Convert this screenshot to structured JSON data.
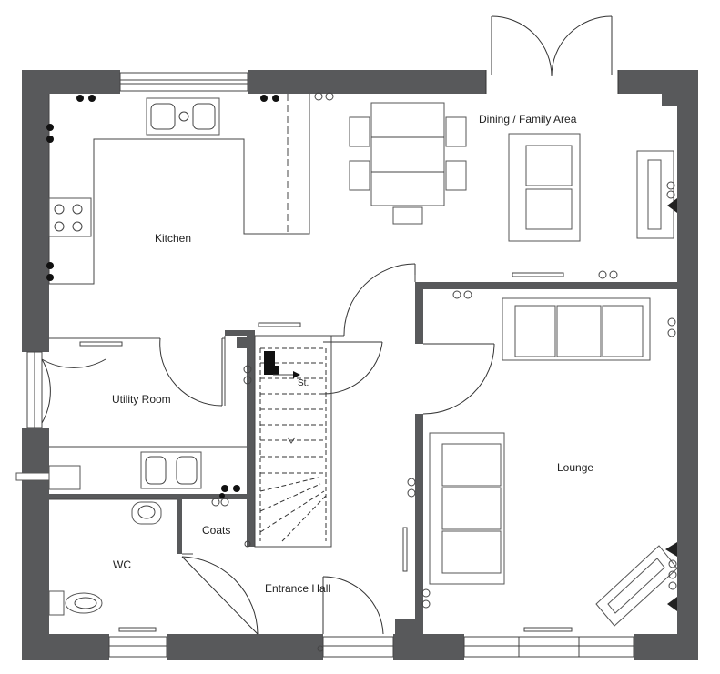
{
  "plan": {
    "rooms": [
      {
        "key": "kitchen",
        "label": "Kitchen"
      },
      {
        "key": "dining",
        "label": "Dining / Family Area"
      },
      {
        "key": "utility",
        "label": "Utility Room"
      },
      {
        "key": "lounge",
        "label": "Lounge"
      },
      {
        "key": "coats",
        "label": "Coats"
      },
      {
        "key": "wc",
        "label": "WC"
      },
      {
        "key": "hall",
        "label": "Entrance Hall"
      }
    ],
    "stair_start_label": "St.",
    "colors": {
      "wall": "#58595b",
      "line": "#444444",
      "background": "#ffffff"
    }
  }
}
